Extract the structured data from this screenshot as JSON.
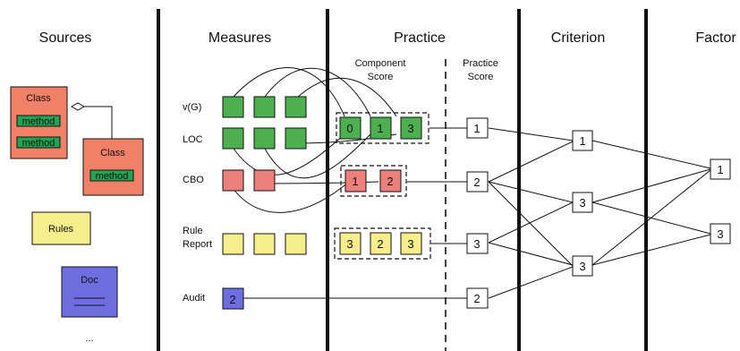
{
  "columns": {
    "sources": "Sources",
    "measures": "Measures",
    "practice": "Practice",
    "criterion": "Criterion",
    "factor": "Factor"
  },
  "practice_subheads": {
    "component_line1": "Component",
    "component_line2": "Score",
    "practice_line1": "Practice",
    "practice_line2": "Score"
  },
  "sources": {
    "class1_title": "Class",
    "class1_method1": "method",
    "class1_method2": "method",
    "class2_title": "Class",
    "class2_method": "method",
    "rules": "Rules",
    "doc": "Doc",
    "ellipsis": "..."
  },
  "measures": {
    "vg": "v(G)",
    "loc": "LOC",
    "cbo": "CBO",
    "rule_report_line1": "Rule",
    "rule_report_line2": "Report",
    "audit": "Audit",
    "audit_value": "2"
  },
  "component_scores": {
    "green": [
      "0",
      "1",
      "3"
    ],
    "red": [
      "1",
      "2"
    ],
    "yellow": [
      "3",
      "2",
      "3"
    ]
  },
  "practice_scores": [
    "1",
    "2",
    "3",
    "2"
  ],
  "criterion_scores": [
    "1",
    "3",
    "3"
  ],
  "factor_scores": [
    "1",
    "3"
  ],
  "colors": {
    "green": "#4caf50",
    "red": "#ec7f7a",
    "yellow": "#f6ee8c",
    "blue": "#6e6ee0",
    "class_red": "#f08068",
    "method_green": "#21a552"
  }
}
